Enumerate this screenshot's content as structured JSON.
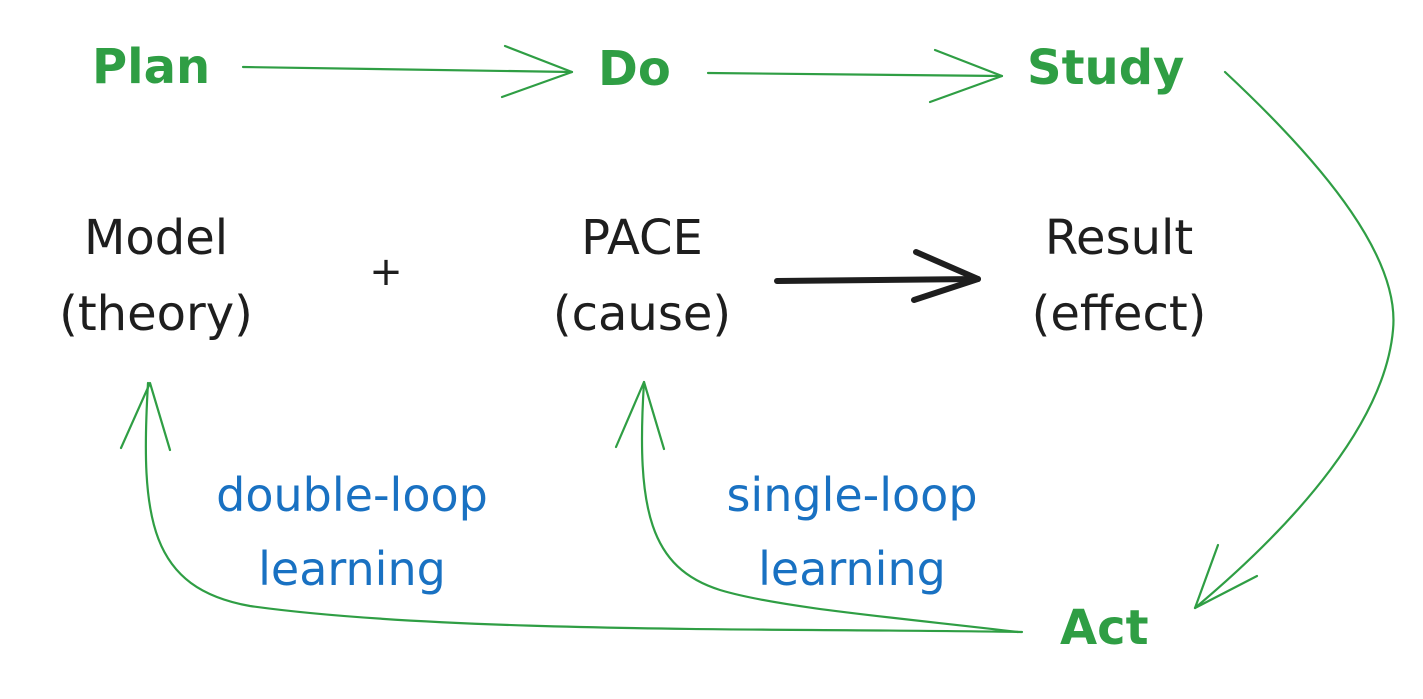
{
  "pdsa": {
    "plan": "Plan",
    "do": "Do",
    "study": "Study",
    "act": "Act"
  },
  "model": {
    "line1": "Model",
    "line2": "(theory)"
  },
  "plus": "+",
  "pace": {
    "line1": "PACE",
    "line2": "(cause)"
  },
  "result": {
    "line1": "Result",
    "line2": "(effect)"
  },
  "double_loop": {
    "line1": "double-loop",
    "line2": "learning"
  },
  "single_loop": {
    "line1": "single-loop",
    "line2": "learning"
  },
  "colors": {
    "green": "#2f9e44",
    "black": "#1e1e1e",
    "blue": "#1971c2"
  }
}
